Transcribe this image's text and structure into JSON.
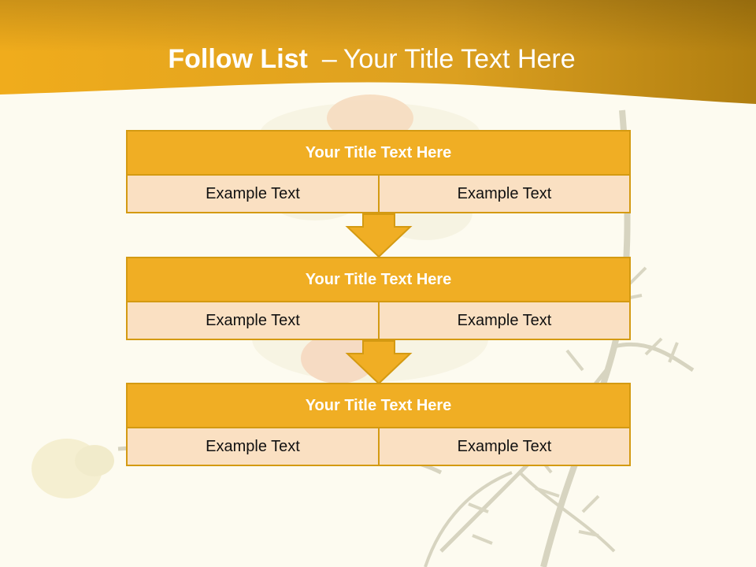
{
  "slide": {
    "title_bold": "Follow List",
    "title_sep": "–",
    "title_rest": "Your Title Text Here"
  },
  "steps": [
    {
      "title": "Your Title Text Here",
      "left": "Example Text",
      "right": "Example Text"
    },
    {
      "title": "Your Title Text Here",
      "left": "Example Text",
      "right": "Example Text"
    },
    {
      "title": "Your Title Text Here",
      "left": "Example Text",
      "right": "Example Text"
    }
  ],
  "colors": {
    "header": "#e5a418",
    "block_title": "#f0ae24",
    "block_cell": "#fae0c2",
    "border": "#d49a12",
    "background": "#fdfbf0"
  }
}
